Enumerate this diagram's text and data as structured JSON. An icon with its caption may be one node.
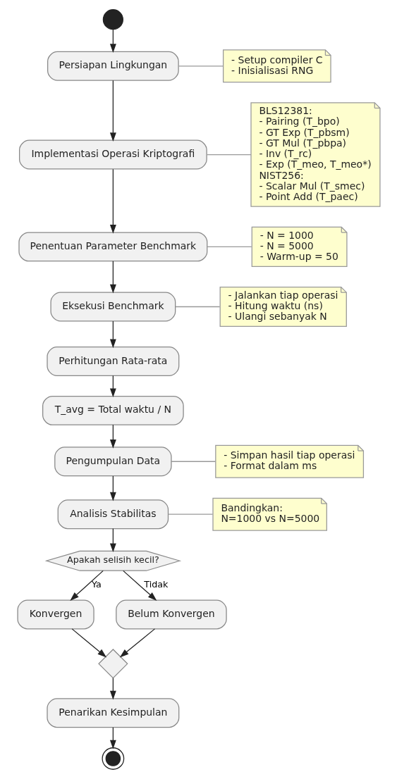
{
  "diagram": {
    "nodes": [
      {
        "text": [],
        "shape": "circle"
      },
      {
        "text": [
          "Persiapan Lingkungan"
        ]
      },
      {
        "text": [
          "- Setup compiler C",
          "- Inisialisasi RNG"
        ]
      },
      {
        "text": [
          "Implementasi Operasi Kriptografi"
        ]
      },
      {
        "text": [
          "BLS12381:",
          "- Pairing (T_bpo)",
          "- GT Exp (T_pbsm)",
          "- GT Mul (T_pbpa)",
          "- Inv (T_rc)",
          "- Exp (T_meo, T_meo*)",
          "NIST256:",
          "- Scalar Mul (T_smec)",
          "- Point Add (T_paec)"
        ]
      },
      {
        "text": [
          "Penentuan Parameter Benchmark"
        ]
      },
      {
        "text": [
          "- N = 1000",
          "- N = 5000",
          "- Warm-up = 50"
        ]
      },
      {
        "text": [
          "Eksekusi Benchmark"
        ]
      },
      {
        "text": [
          "- Jalankan tiap operasi",
          "- Hitung waktu (ns)",
          "- Ulangi sebanyak N"
        ]
      },
      {
        "text": [
          "Perhitungan Rata-rata"
        ]
      },
      {
        "text": [
          "T_avg = Total waktu / N"
        ]
      },
      {
        "text": [
          "Pengumpulan Data"
        ]
      },
      {
        "text": [
          "- Simpan hasil tiap operasi",
          "- Format dalam ms"
        ]
      },
      {
        "text": [
          "Analisis Stabilitas"
        ]
      },
      {
        "text": [
          "Bandingkan:",
          "N=1000 vs N=5000"
        ]
      },
      {
        "text": [
          "Apakah selisih kecil?"
        ]
      },
      {
        "text": [
          "Konvergen"
        ]
      },
      {
        "text": [
          "Belum Konvergen"
        ]
      },
      {
        "text": [],
        "shape": "diamond"
      },
      {
        "text": [
          "Penarikan Kesimpulan"
        ]
      },
      {
        "text": [],
        "shape": "circle"
      }
    ],
    "edges": [
      {
        "from": 0,
        "to": 1,
        "arrow": "to"
      },
      {
        "from": 1,
        "to": 2,
        "arrow": "none",
        "color": "#999999"
      },
      {
        "from": 1,
        "to": 3,
        "arrow": "to"
      },
      {
        "from": 3,
        "to": 4,
        "arrow": "none",
        "color": "#999999"
      },
      {
        "from": 3,
        "to": 5,
        "arrow": "to"
      },
      {
        "from": 5,
        "to": 6,
        "arrow": "none",
        "color": "#999999"
      },
      {
        "from": 5,
        "to": 7,
        "arrow": "to"
      },
      {
        "from": 7,
        "to": 8,
        "arrow": "none",
        "color": "#999999"
      },
      {
        "from": 7,
        "to": 9,
        "arrow": "to"
      },
      {
        "from": 9,
        "to": 10,
        "arrow": "to"
      },
      {
        "from": 10,
        "to": 11,
        "arrow": "to"
      },
      {
        "from": 11,
        "to": 12,
        "arrow": "none",
        "color": "#999999"
      },
      {
        "from": 11,
        "to": 13,
        "arrow": "to"
      },
      {
        "from": 13,
        "to": 14,
        "arrow": "none",
        "color": "#999999"
      },
      {
        "from": 13,
        "to": 15,
        "arrow": "to"
      },
      {
        "from": 15,
        "to": 16,
        "label": "Ya",
        "arrow": "to"
      },
      {
        "from": 15,
        "to": 17,
        "label": "Tidak",
        "arrow": "to"
      },
      {
        "from": 16,
        "to": 18,
        "arrow": "to"
      },
      {
        "from": 17,
        "to": 18,
        "arrow": "to"
      },
      {
        "from": 18,
        "to": 19,
        "arrow": "to"
      },
      {
        "from": 19,
        "to": 20,
        "arrow": "to"
      }
    ]
  }
}
